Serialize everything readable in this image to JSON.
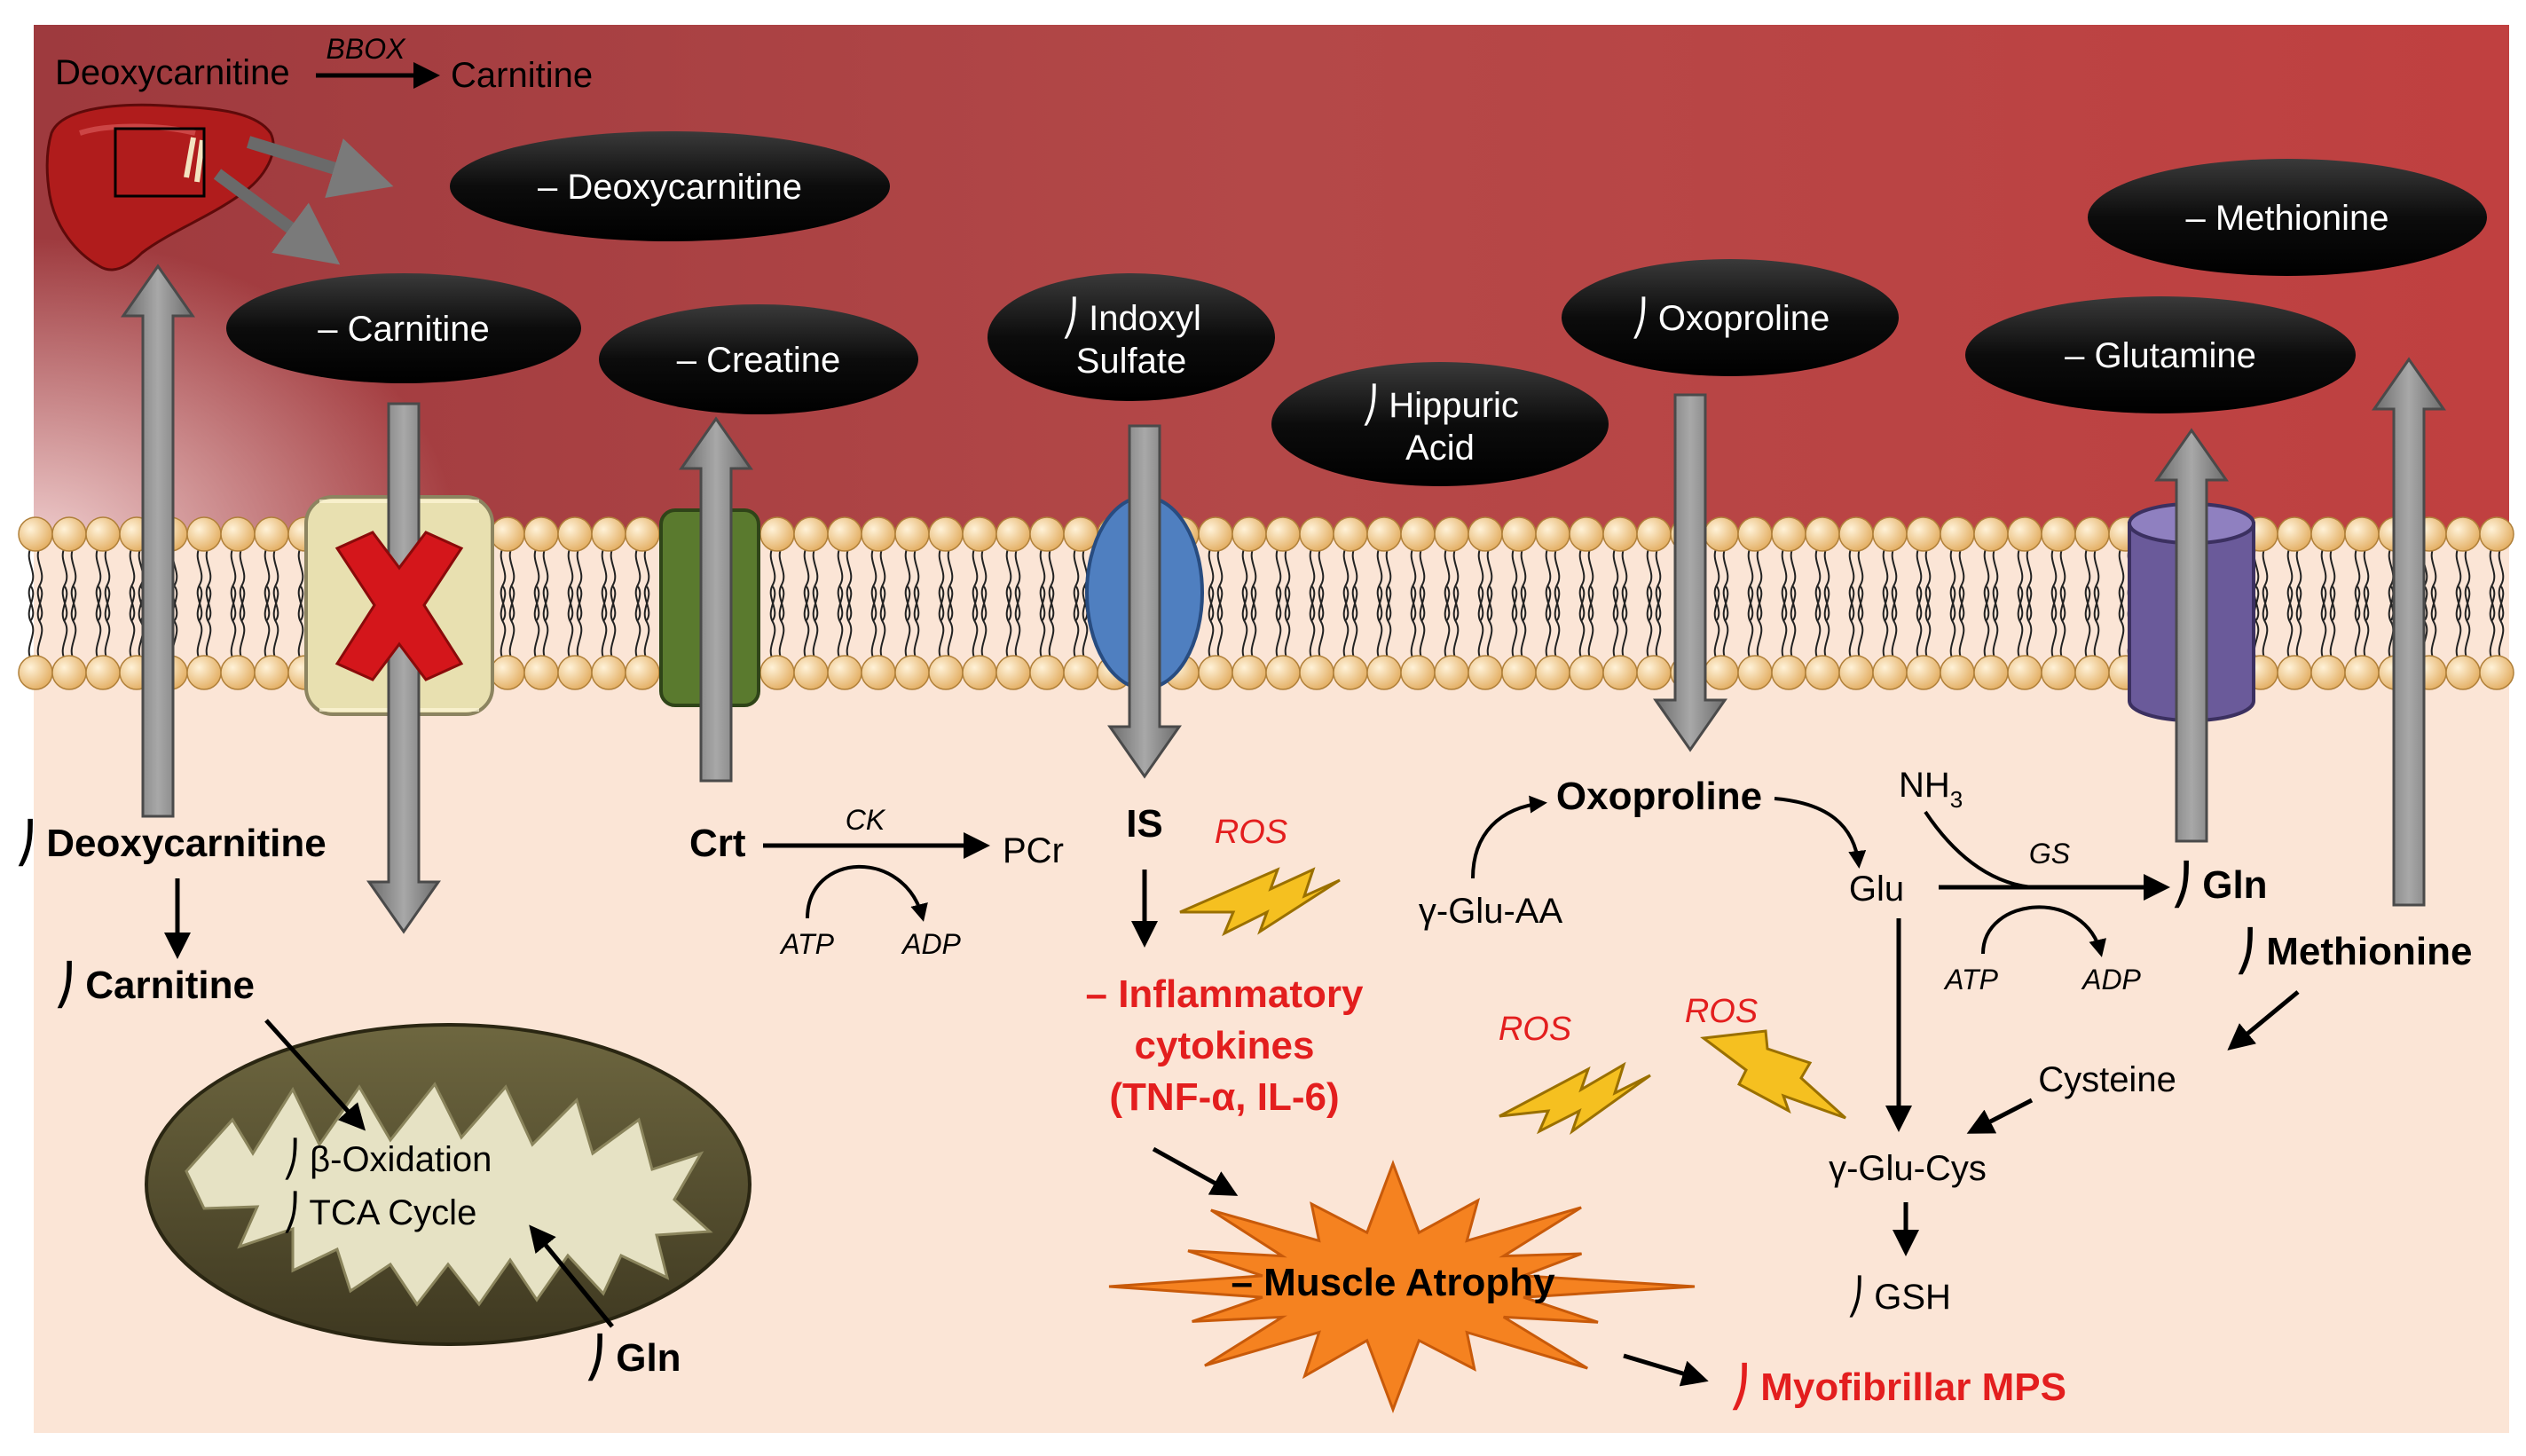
{
  "liver": {
    "substrate": "Deoxycarnitine",
    "enzyme": "BBOX",
    "product": "Carnitine"
  },
  "serum": {
    "deoxycarnitine": "– Deoxycarnitine",
    "carnitine": "– Carnitine",
    "creatine": "– Creatine",
    "indoxyl_line1": "⎠ Indoxyl",
    "indoxyl_line2": "Sulfate",
    "hippuric_line1": "⎠ Hippuric",
    "hippuric_line2": "Acid",
    "oxoproline": "⎠ Oxoproline",
    "glutamine": "– Glutamine",
    "methionine": "– Methionine"
  },
  "muscle": {
    "deoxycarnitine": "⎠ Deoxycarnitine",
    "carnitine": "⎠ Carnitine",
    "beta_oxidation": "⎠ β-Oxidation",
    "tca_cycle": "⎠ TCA Cycle",
    "gln_mito": "⎠ Gln",
    "crt": "Crt",
    "ck": "CK",
    "pcr": "PCr",
    "atp_ck": "ATP",
    "adp_ck": "ADP",
    "is": "IS",
    "ros_1": "ROS",
    "ros_2": "ROS",
    "ros_3": "ROS",
    "cytokines_line1": "– Inflammatory",
    "cytokines_line2": "cytokines",
    "cytokines_line3": "(TNF-α, IL-6)",
    "muscle_atrophy": "– Muscle Atrophy",
    "myofibrillar_mps": "⎠ Myofibrillar MPS",
    "oxoproline": "Oxoproline",
    "gamma_glu_aa": "γ-Glu-AA",
    "glu": "Glu",
    "nh3": "NH",
    "nh3_sub": "3",
    "gs": "GS",
    "gln": "⎠ Gln",
    "atp_gs": "ATP",
    "adp_gs": "ADP",
    "methionine": "⎠ Methionine",
    "cysteine": "Cysteine",
    "gamma_glu_cys": "γ-Glu-Cys",
    "gsh": "⎠ GSH"
  },
  "colors": {
    "serum_red": "#b8282c",
    "cytoplasm": "#fbe5d6",
    "lipid_head": "#f3c98b",
    "oval_black": "#111111",
    "arrow_gray": "#8c8c8c",
    "transporter_creatine": "#5a7a2e",
    "transporter_indoxyl": "#4f7fc0",
    "transporter_glutamine": "#6a5a9a",
    "blocked_transporter": "#e8e0b0",
    "block_x": "#d4161b",
    "mitochondrion_outer": "#5a5230",
    "mitochondrion_inner": "#e6e2c4",
    "atrophy_star": "#f58220",
    "ros_bolt": "#f5c020",
    "emphasis_red": "#e31e1e"
  },
  "icons": [
    "liver-icon",
    "blocked-transporter-icon",
    "mitochondrion-icon",
    "lightning-bolt-icon",
    "starburst-icon"
  ]
}
